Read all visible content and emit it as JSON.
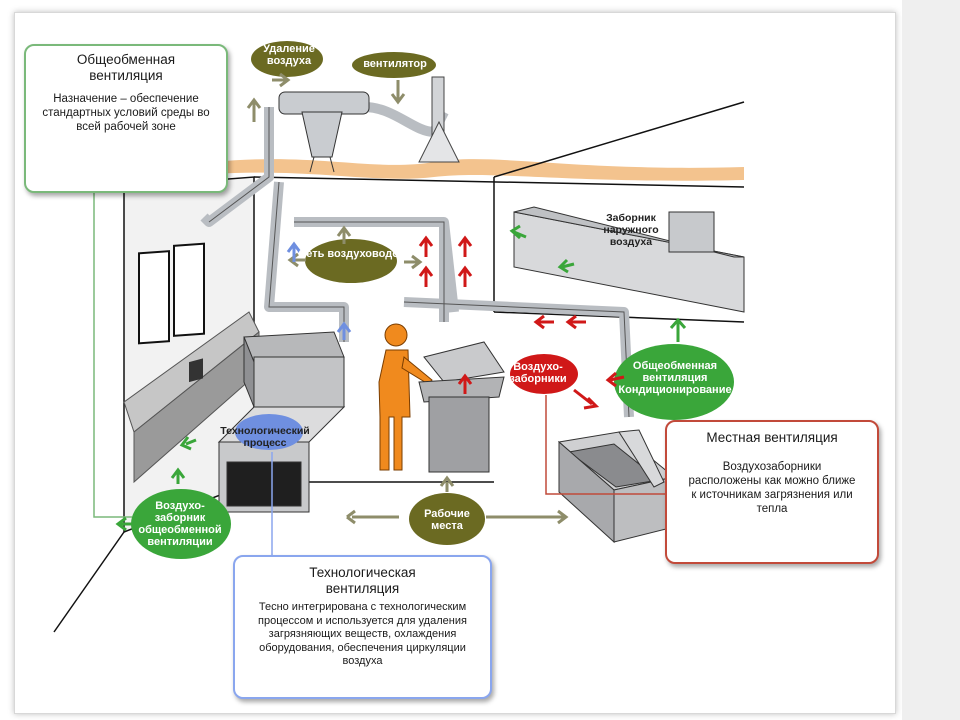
{
  "callouts": {
    "general": {
      "title": "Общеобменная вентиляция",
      "desc": "Назначение – обеспечение стандартных условий среды во всей рабочей зоне"
    },
    "local": {
      "title": "Местная вентиляция",
      "desc": "Воздухозаборники расположены как можно ближе к источникам загрязнения или тепла"
    },
    "tech": {
      "title": "Технологическая вентиляция",
      "desc": "Тесно интегрирована с технологическим процессом и используется для удаления загрязняющих веществ, охлаждения оборудования, обеспечения циркуляции воздуха"
    }
  },
  "labels": {
    "air_removal": "Удаление воздуха",
    "fan": "вентилятор",
    "outside_intake": "Заборник наружного воздуха",
    "duct_network": "Сеть воздуховодов",
    "air_intakes": "Воздухо-заборники",
    "general_vent_ac": "Общеобменная вентиляция Кондиционирование",
    "tech_process": "Технологический процесс",
    "general_intake": "Воздухо-заборник общеобменной вентиляции",
    "workplaces": "Рабочие места"
  },
  "colors": {
    "olive": "#6b6a22",
    "green": "#3aa63a",
    "red": "#d01818",
    "blue": "#6f8fe0",
    "ceiling": "#f3c38e",
    "duct": "#b9bdc2",
    "worker": "#f08a1e"
  }
}
